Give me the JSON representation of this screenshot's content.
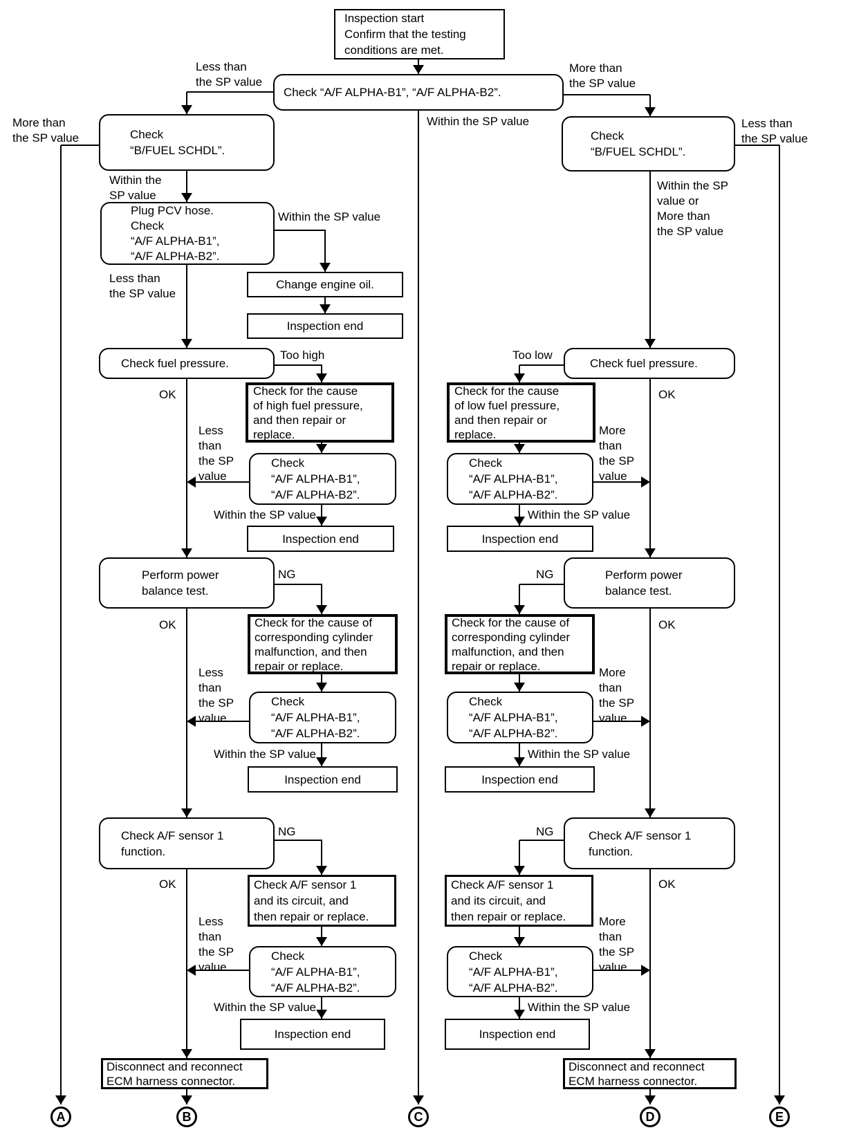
{
  "boxes": {
    "start": "Inspection start\nConfirm that the testing\nconditions are met.",
    "check_alpha_top": "Check “A/F ALPHA-B1”, “A/F ALPHA-B2”.",
    "check_bfuel": "Check\n“B/FUEL SCHDL”.",
    "plug_pcv": "Plug PCV hose.\nCheck\n“A/F ALPHA-B1”,\n“A/F ALPHA-B2”.",
    "change_oil": "Change engine oil.",
    "inspection_end": "Inspection end",
    "check_fuel_pressure": "Check fuel pressure.",
    "cause_high": "Check for the cause\nof high fuel pressure,\nand then repair or\nreplace.",
    "cause_low": "Check for the cause\nof low fuel pressure,\nand then repair or\nreplace.",
    "check_alpha": "Check\n“A/F ALPHA-B1”,\n“A/F ALPHA-B2”.",
    "power_balance": "Perform power\nbalance test.",
    "cause_cylinder": "Check for the cause of\ncorresponding cylinder\nmalfunction, and then\nrepair or replace.",
    "check_sensor": "Check A/F sensor 1\nfunction.",
    "fix_sensor": "Check A/F sensor 1\nand its circuit, and\nthen repair or replace.",
    "disconnect_ecm": "Disconnect and reconnect\nECM harness connector."
  },
  "labels": {
    "less_than_2l": "Less than\nthe SP value",
    "more_than_2l": "More than\nthe SP value",
    "within_1l": "Within the SP value",
    "within_2l": "Within the\nSP value",
    "within_or_more_4l": "Within the SP\nvalue or\nMore than\nthe SP value",
    "less_than_4l": "Less\nthan\nthe SP\nvalue",
    "more_than_4l": "More\nthan\nthe SP\nvalue",
    "too_high": "Too high",
    "too_low": "Too low",
    "ok": "OK",
    "ng": "NG"
  },
  "connectors": [
    "A",
    "B",
    "C",
    "D",
    "E"
  ]
}
